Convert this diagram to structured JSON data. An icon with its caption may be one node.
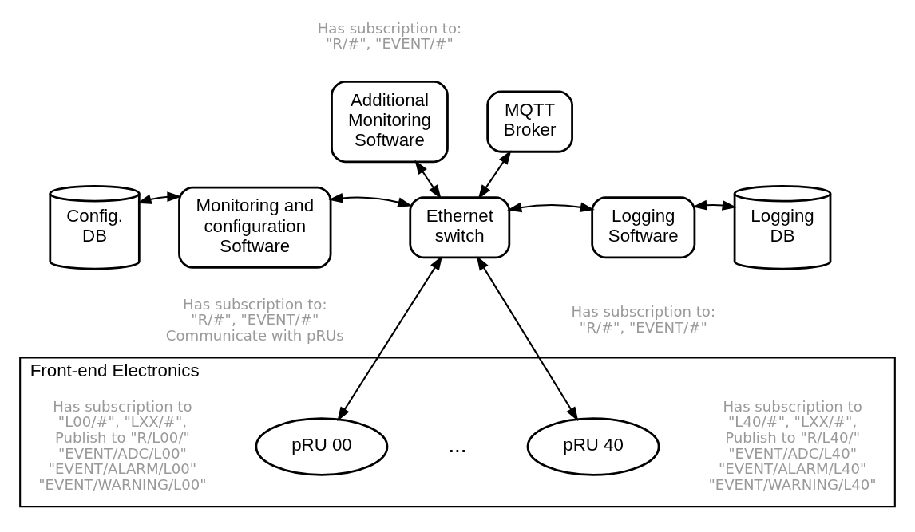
{
  "diagram": {
    "nodes": [
      {
        "text": [
          "Additional Monitoring Software"
        ],
        "beside": [
          "Has subscription to: \"R/#\", \"EVENT/#\""
        ]
      },
      {
        "text": [
          "MQTT Broker"
        ]
      },
      {
        "text": [
          "Config. DB"
        ]
      },
      {
        "text": [
          "Monitoring and configuration Software"
        ],
        "beside": [
          "Has subscription to: \"R/#\", \"EVENT/#\" Communicate with pRUs"
        ]
      },
      {
        "text": [
          "Ethernet switch"
        ]
      },
      {
        "text": [
          "Logging Software"
        ],
        "beside": [
          "Has subscription to: \"R/#\", \"EVENT/#\""
        ]
      },
      {
        "text": [
          "Logging DB"
        ]
      },
      {
        "text": [
          "Front-end Electronics"
        ]
      },
      {
        "text": [
          "pRU 00"
        ],
        "in": 7,
        "beside": [
          "Has subscription to \"L00/#\", \"LXX/#\", Publish to \"R/L00/\" \"EVENT/ADC/L00\" \"EVENT/ALARM/L00\" \"EVENT/WARNING/L00\""
        ]
      },
      {
        "text": [
          "pRU 40"
        ],
        "in": 7,
        "beside": [
          "Has subscription to \"L40/#\", \"LXX/#\", Publish to \"R/L40/\" \"EVENT/ADC/L40\" \"EVENT/ALARM/L40\" \"EVENT/WARNING/L40\""
        ]
      }
    ],
    "edges": [
      {
        "from": 0,
        "to": 4,
        "arrow": "both"
      },
      {
        "from": 1,
        "to": 4,
        "arrow": "both"
      },
      {
        "from": 2,
        "to": 3,
        "arrow": "both"
      },
      {
        "from": 3,
        "to": 4,
        "arrow": "both"
      },
      {
        "from": 4,
        "to": 5,
        "arrow": "both"
      },
      {
        "from": 5,
        "to": 6,
        "arrow": "both"
      },
      {
        "from": 4,
        "to": 8,
        "arrow": "both"
      },
      {
        "from": 4,
        "to": 9,
        "arrow": "both"
      }
    ],
    "labels": [
      "..."
    ]
  }
}
